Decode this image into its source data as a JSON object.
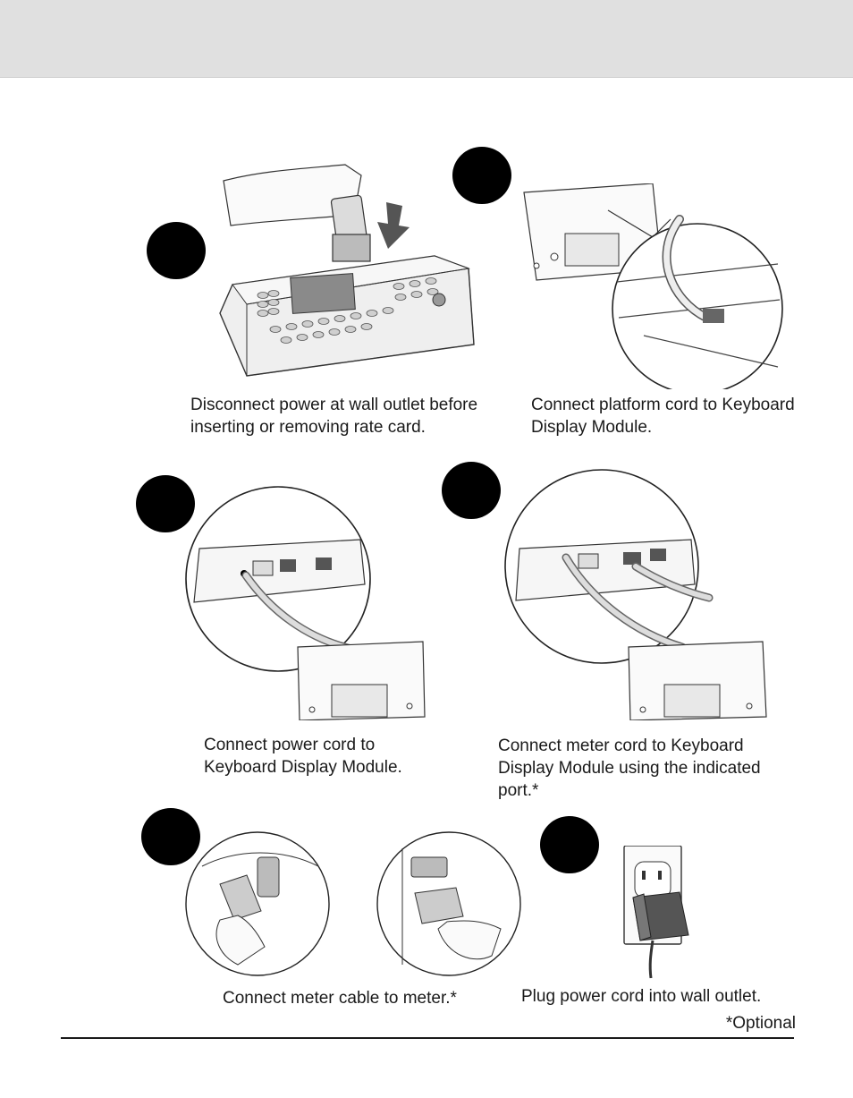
{
  "steps": [
    {
      "caption": "Disconnect power at wall outlet before inserting or removing rate card."
    },
    {
      "caption": "Connect platform cord to Keyboard Display Module."
    },
    {
      "caption": "Connect power cord to Keyboard Display Module."
    },
    {
      "caption": "Connect meter cord to Keyboard Display Module using the indicated port.*"
    },
    {
      "caption": "Connect meter cable to meter.*"
    },
    {
      "caption": "Plug power cord into wall outlet."
    }
  ],
  "footnote": "*Optional"
}
